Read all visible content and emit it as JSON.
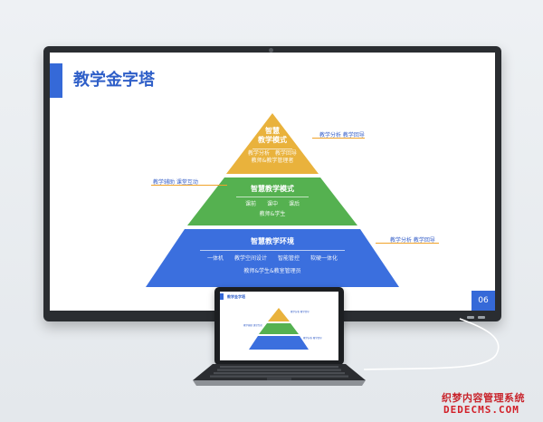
{
  "slide": {
    "title": "教学金字塔",
    "page_number": "06",
    "accent_color": "#3569d8",
    "tiers": [
      {
        "title_lines": [
          "智慧",
          "教学模式"
        ],
        "lines": [
          "教学分析　教学回导",
          "教师&教学管理者"
        ],
        "color": "#e9b23c",
        "annotation": "教学分析  教学回导"
      },
      {
        "title_lines": [
          "智慧教学模式"
        ],
        "lines": [
          "课前　　课中　　课后",
          "教师&学生"
        ],
        "color": "#55b150",
        "annotation": "教学辅助  课堂互动"
      },
      {
        "title_lines": [
          "智慧教学环境"
        ],
        "lines": [
          "一体机　　教学空间设计　　智能管控　　软硬一体化",
          "教师&学生&教室管理员"
        ],
        "color": "#3b6fde",
        "annotation": "教学分析  教学回导"
      }
    ]
  },
  "laptop": {
    "title": "教学金字塔"
  },
  "watermark": {
    "line1": "织梦内容管理系统",
    "line2": "DEDECMS.COM",
    "color": "#c8232b"
  }
}
